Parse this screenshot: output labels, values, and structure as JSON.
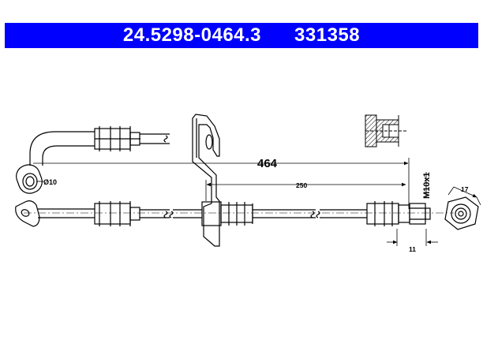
{
  "header": {
    "part_number": "24.5298-0464.3",
    "ref_number": "331358",
    "background": "#0000ff",
    "text_color": "#ffffff"
  },
  "dimensions": {
    "total_length": "464",
    "partial_length": "250",
    "thread": "M10x1",
    "hex_size": "17",
    "nut_length": "11",
    "eye_diameter": "Ø10"
  }
}
